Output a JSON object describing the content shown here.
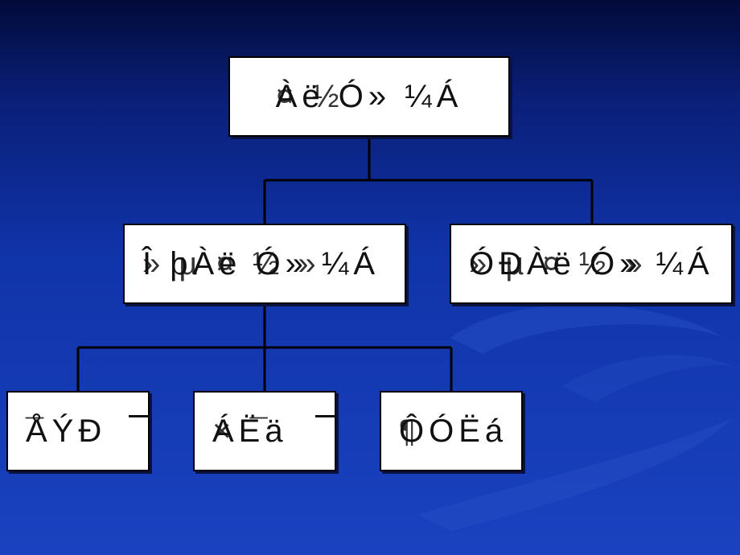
{
  "colors": {
    "background_top": "#020a3a",
    "background_bottom": "#1a42c0",
    "node_fill": "#ffffff",
    "node_border": "#000000",
    "connector": "#000000"
  },
  "tree": {
    "root": {
      "label": "Àë Ó» ¼Á",
      "overlay": "  ¤ ½   "
    },
    "level1": [
      {
        "label": "Î þÀë Ó» ¼Á",
        "overlay": "  » µ ¤ ½ » "
      },
      {
        "label": "ÓÐÀë Ó» ¼Á",
        "overlay": "  » µ ¤ ½ » "
      }
    ],
    "level2": [
      {
        "label": "ÅÝÐ",
        "overlay": "  ¯"
      },
      {
        "label": "ÁËä",
        "overlay": " × ¯"
      },
      {
        "label": "ÔÓËá",
        "overlay": "  ¶ "
      }
    ]
  }
}
